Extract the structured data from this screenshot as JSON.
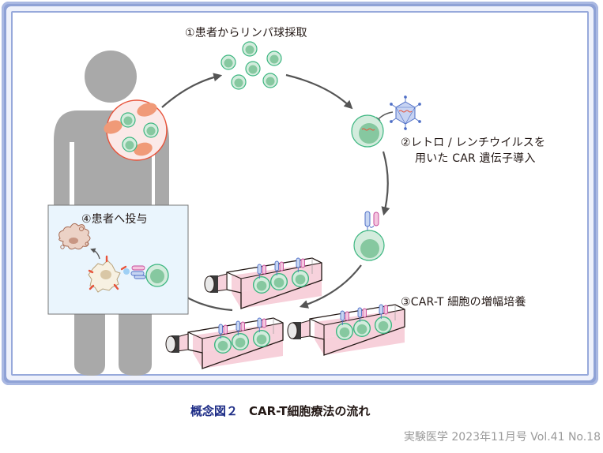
{
  "steps": {
    "step1": "①患者からリンパ球採取",
    "step2_line1": "②レトロ / レンチウイルスを",
    "step2_line2": "用いた CAR 遺伝子導入",
    "step3": "③CAR-T 細胞の増幅培養",
    "step4": "④患者へ投与"
  },
  "caption": {
    "figure_label": "概念図２",
    "title": "CAR-T細胞療法の流れ"
  },
  "source": "実験医学 2023年11月号 Vol.41 No.18",
  "colors": {
    "frame": "#8fa2d6",
    "silhouette": "#a9a9a9",
    "cell_fill": "#d3ecdd",
    "cell_nucleus": "#86c8a0",
    "cell_stroke": "#3cb680",
    "rbc": "#f09a78",
    "blood_circle": "#e8533a",
    "inset_bg": "#eaf5fd",
    "flask_media": "#f7d2dc",
    "caption_accent": "#1d2c86"
  }
}
